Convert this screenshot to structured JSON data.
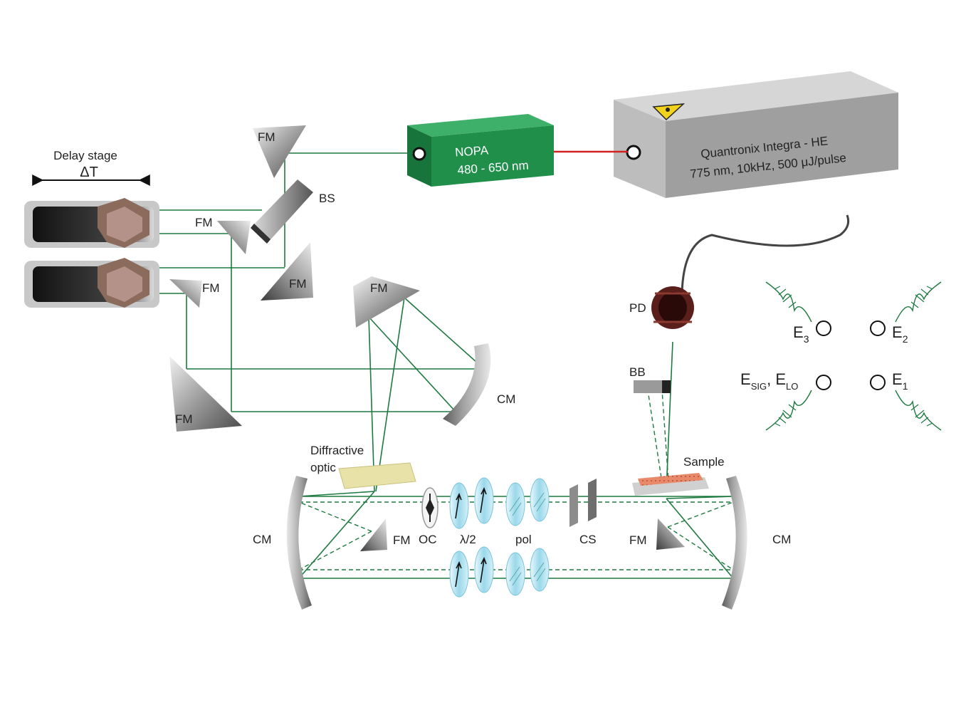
{
  "colors": {
    "beam": "#1e7a40",
    "laser_beam": "#d42020",
    "nopa_box": "#1f8f4a",
    "laser_box": "#a7a7a7",
    "sample": "#e88a6a",
    "diffractive_optic": "#e8e2a8",
    "photodiode": "#5a1f1a",
    "glass": "#9ad8ea"
  },
  "delay_stage": {
    "title": "Delay stage",
    "symbol": "ΔT"
  },
  "laser": {
    "line1": "Quantronix Integra - HE",
    "line2": "775 nm, 10kHz, 500 μJ/pulse",
    "warning_icon": "laser-warning-icon"
  },
  "nopa": {
    "line1": "NOPA",
    "line2": "480 - 650 nm"
  },
  "labels": {
    "fm_top": "FM",
    "bs": "BS",
    "fm_mid_left": "FM",
    "fm_small": "FM",
    "fm_mid_right": "FM",
    "fm_bottom_left": "FM",
    "fm_upper_center": "FM",
    "cm_upper": "CM",
    "diffractive_optic_1": "Diffractive",
    "diffractive_optic_2": "optic",
    "cm_left": "CM",
    "fm_lower_left": "FM",
    "oc": "OC",
    "half_wave": "λ/2",
    "pol": "pol",
    "cs": "CS",
    "fm_lower_right": "FM",
    "cm_right": "CM",
    "sample": "Sample",
    "bb": "BB",
    "pd": "PD"
  },
  "fields": {
    "e3": {
      "base": "E",
      "sub": "3"
    },
    "e2": {
      "base": "E",
      "sub": "2"
    },
    "e1": {
      "base": "E",
      "sub": "1"
    },
    "esig": {
      "base": "E",
      "sub": "SIG",
      "sep": ", ",
      "base2": "E",
      "sub2": "LO"
    }
  }
}
